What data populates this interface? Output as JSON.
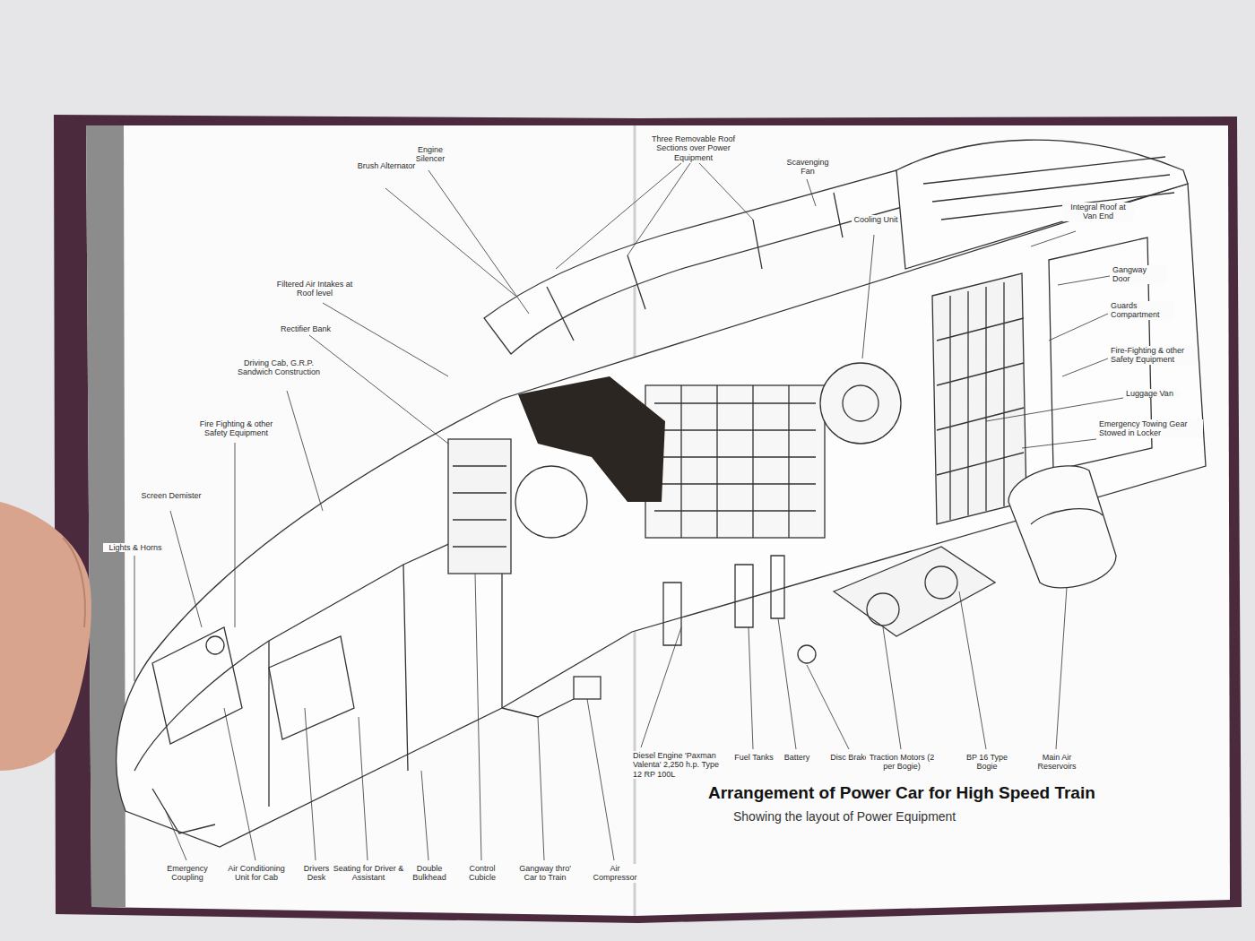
{
  "diagram": {
    "title": "Arrangement of Power Car for High Speed Train",
    "caption": "Showing the layout of Power Equipment",
    "labels": [
      "Brush Alternator",
      "Engine Silencer",
      "Three Removable Roof Sections over Power Equipment",
      "Scavenging Fan",
      "Filtered Air Intakes at Roof level",
      "Cooling Unit",
      "Integral Roof at Van End",
      "Rectifier Bank",
      "Gangway Door",
      "Driving Cab, G.R.P. Sandwich Construction",
      "Guards Compartment",
      "Fire Fighting & other Safety Equipment",
      "Fire-Fighting & other Safety Equipment",
      "Luggage Van",
      "Emergency Towing Gear Stowed in Locker",
      "Screen Demister",
      "Lights & Horns",
      "Diesel Engine 'Paxman Valenta' 2,250 h.p. Type 12 RP 100L",
      "Fuel Tanks",
      "Battery",
      "Disc Brake",
      "Traction Motors (2 per Bogie)",
      "BP 16 Type Bogie",
      "Main Air Reservoirs",
      "Emergency Coupling",
      "Air Conditioning Unit for Cab",
      "Drivers Desk",
      "Seating for Driver & Assistant",
      "Double Bulkhead",
      "Control Cubicle",
      "Gangway thro' Car to Train",
      "Air Compressor"
    ]
  }
}
